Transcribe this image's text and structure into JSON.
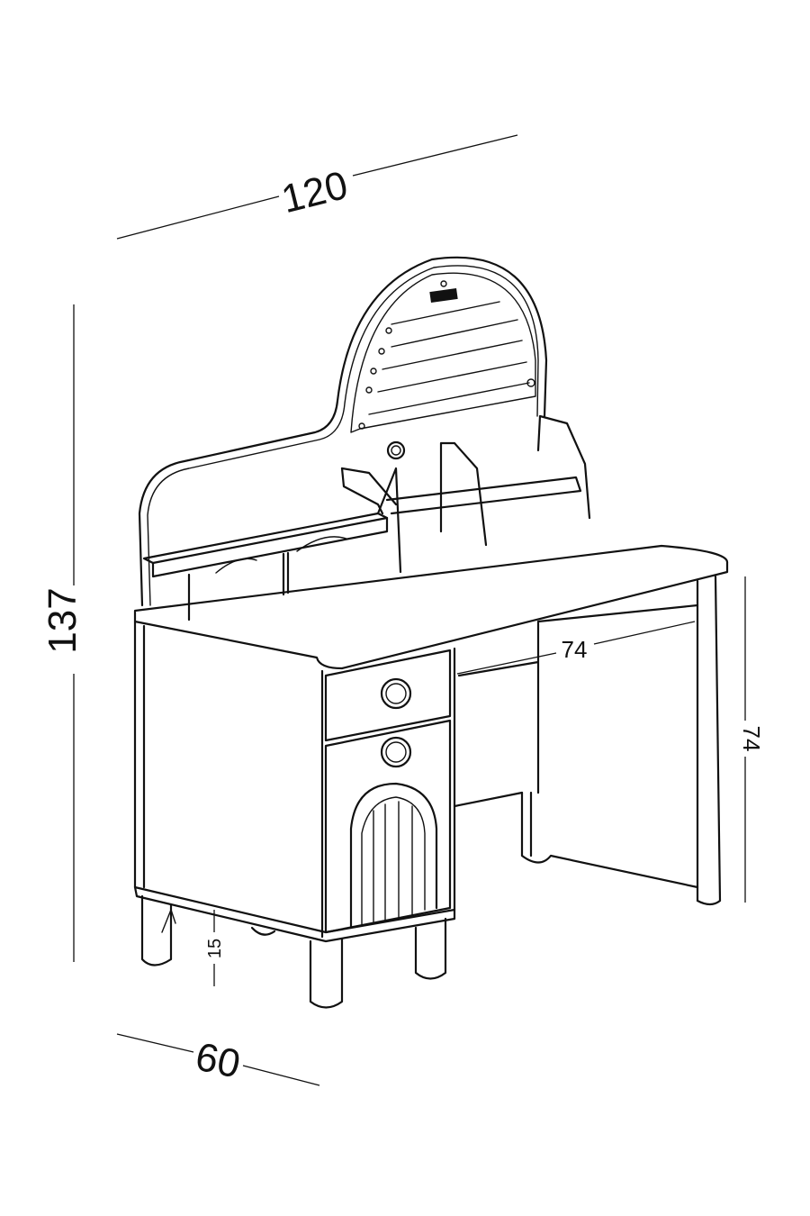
{
  "dimensions": {
    "width": "120",
    "height": "137",
    "depth": "60",
    "desk_height": "74",
    "inner_width": "74",
    "leg_height": "15"
  }
}
